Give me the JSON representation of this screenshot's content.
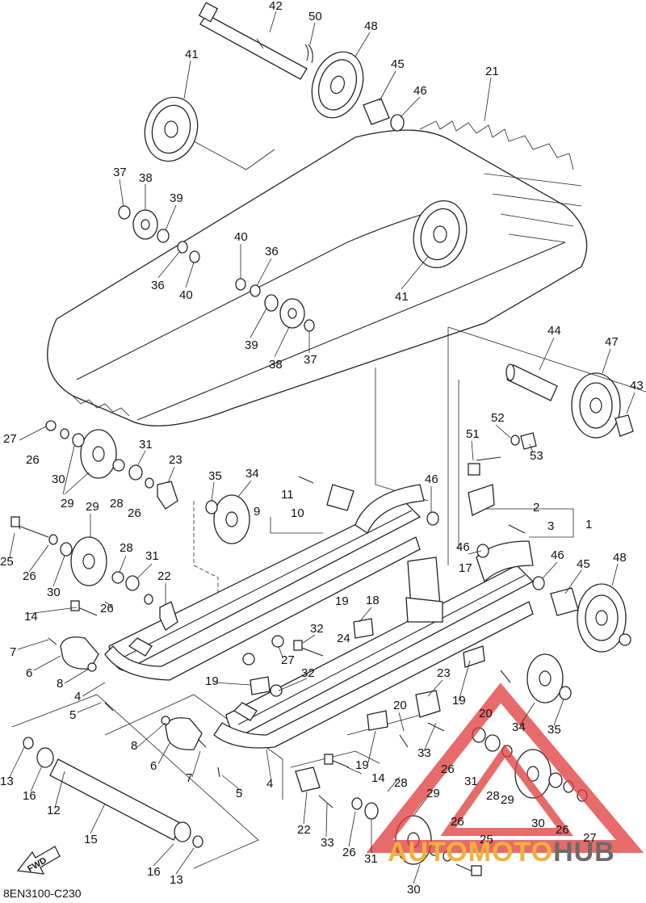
{
  "diagram": {
    "code": "8EN3100-C230",
    "fwd_label": "FWD",
    "watermark": {
      "part1": "AUTOMOTO",
      "part2": "HUB",
      "color1": "#f2b13a",
      "color2": "#6b6b6b",
      "triangle_color": "#e03a3a"
    },
    "callouts": [
      "42",
      "50",
      "48",
      "45",
      "46",
      "21",
      "41",
      "37",
      "38",
      "39",
      "40",
      "36",
      "36",
      "40",
      "39",
      "38",
      "37",
      "41",
      "44",
      "47",
      "43",
      "27",
      "26",
      "30",
      "29",
      "31",
      "28",
      "26",
      "23",
      "35",
      "34",
      "11",
      "9",
      "10",
      "46",
      "52",
      "51",
      "53",
      "2",
      "3",
      "1",
      "29",
      "25",
      "26",
      "30",
      "28",
      "31",
      "22",
      "46",
      "17",
      "46",
      "45",
      "48",
      "18",
      "19",
      "14",
      "26",
      "32",
      "7",
      "24",
      "27",
      "6",
      "8",
      "4",
      "19",
      "32",
      "23",
      "5",
      "20",
      "19",
      "20",
      "34",
      "35",
      "8",
      "6",
      "7",
      "5",
      "4",
      "33",
      "26",
      "31",
      "19",
      "14",
      "28",
      "29",
      "28",
      "13",
      "16",
      "12",
      "22",
      "33",
      "26",
      "31",
      "29",
      "30",
      "26",
      "27",
      "15",
      "25",
      "16",
      "13",
      "30",
      "26"
    ]
  }
}
